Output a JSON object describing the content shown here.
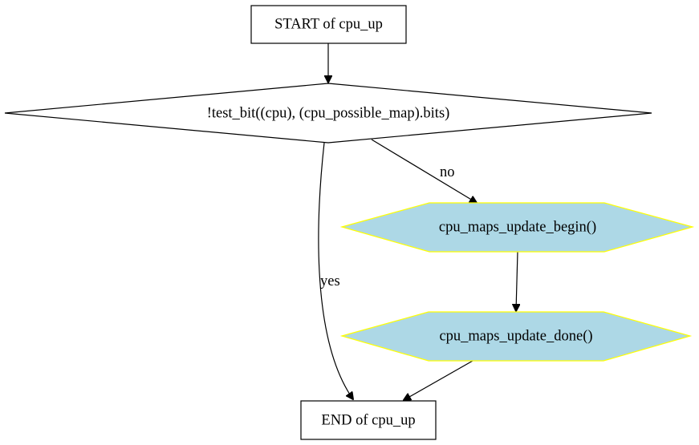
{
  "nodes": {
    "start": {
      "label": "START of cpu_up",
      "shape": "box"
    },
    "condition": {
      "label": "!test_bit((cpu), (cpu_possible_map).bits)",
      "shape": "diamond"
    },
    "maps_begin": {
      "label": "cpu_maps_update_begin()",
      "shape": "hexagon"
    },
    "maps_done": {
      "label": "cpu_maps_update_done()",
      "shape": "hexagon"
    },
    "end": {
      "label": "END of cpu_up",
      "shape": "box"
    }
  },
  "edges": {
    "start_to_condition": {
      "from": "start",
      "to": "condition",
      "label": ""
    },
    "condition_no": {
      "from": "condition",
      "to": "maps_begin",
      "label": "no"
    },
    "condition_yes": {
      "from": "condition",
      "to": "end",
      "label": "yes"
    },
    "begin_to_done": {
      "from": "maps_begin",
      "to": "maps_done",
      "label": ""
    },
    "done_to_end": {
      "from": "maps_done",
      "to": "end",
      "label": ""
    }
  },
  "colors": {
    "hexagon_fill": "#add8e6",
    "hexagon_stroke": "#ffff00",
    "stroke": "#000000",
    "background": "#ffffff"
  }
}
